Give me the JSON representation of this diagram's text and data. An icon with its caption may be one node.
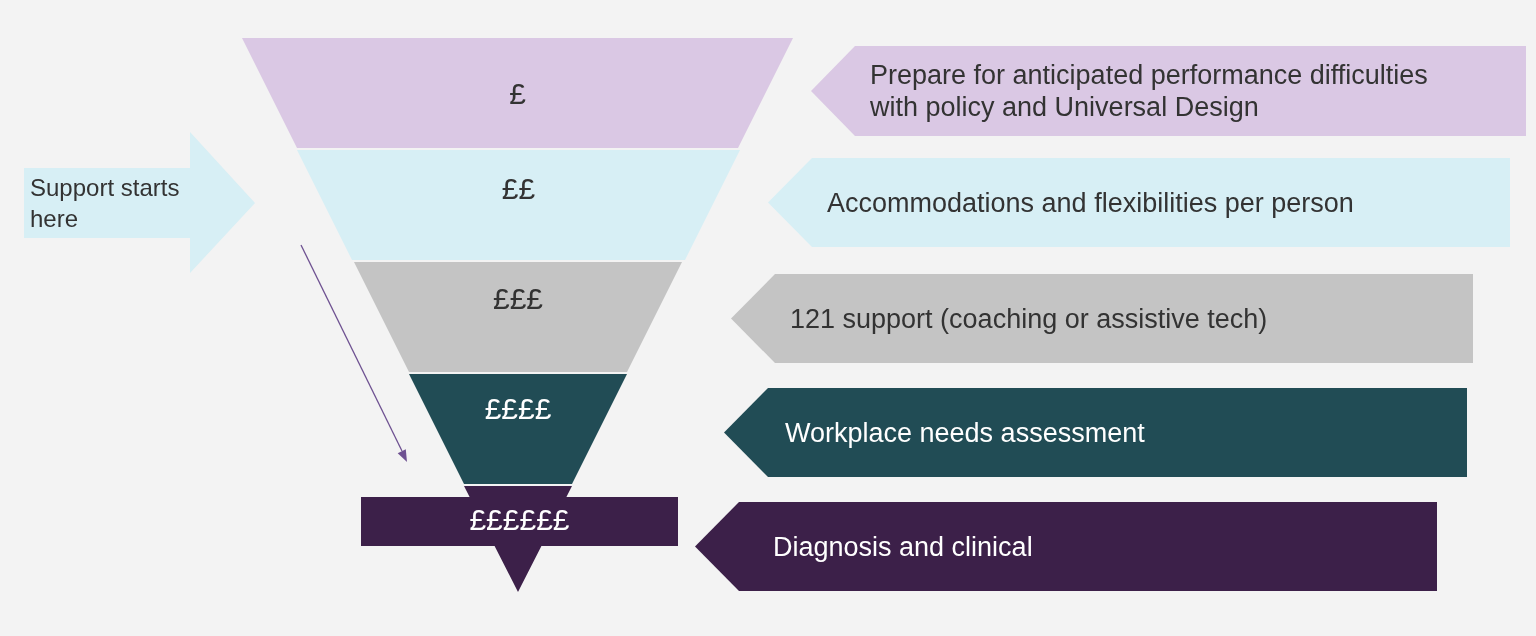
{
  "diagram": {
    "nodes": [
      {
        "text": [
          "£"
        ]
      },
      {
        "text": [
          "Prepare for anticipated performance difficulties with policy and Universal Design"
        ]
      },
      {
        "text": [
          "Support starts here"
        ]
      },
      {
        "text": [
          "££"
        ]
      },
      {
        "text": [
          "Accommodations and flexibilities per person"
        ]
      },
      {
        "text": [
          "£££"
        ]
      },
      {
        "text": [
          "121 support (coaching or assistive tech)"
        ]
      },
      {
        "text": [
          "££££"
        ]
      },
      {
        "text": [
          "Workplace needs assessment"
        ]
      },
      {
        "text": [
          "££££££"
        ]
      },
      {
        "text": [
          "Diagnosis and clinical"
        ]
      }
    ]
  }
}
